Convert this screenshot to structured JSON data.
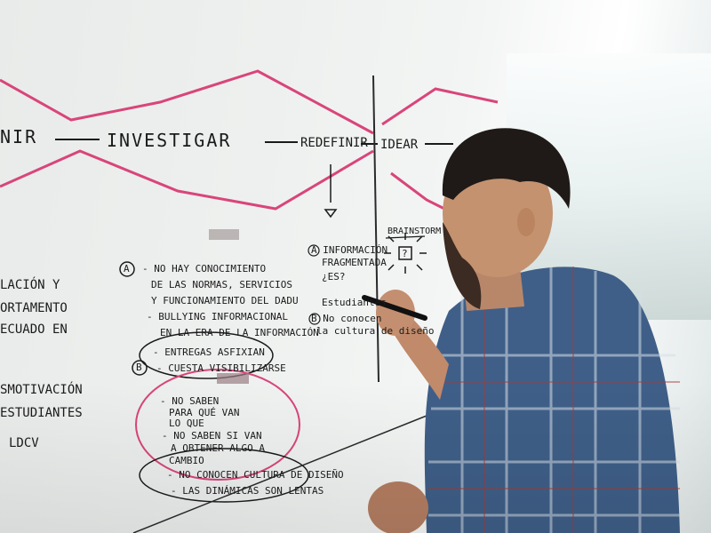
{
  "process": {
    "step1": "NIR",
    "step2": "INVESTIGAR",
    "step3": "REDEFINIR",
    "step4": "IDEAR"
  },
  "left_notes": [
    "LACIÓN Y",
    "ORTAMENTO",
    "ECUADO EN",
    "SMOTIVACIÓN",
    "ESTUDIANTES",
    "LDCV"
  ],
  "section_a": {
    "marker": "A",
    "lines": [
      "- NO HAY CONOCIMIENTO",
      "DE LAS NORMAS, SERVICIOS",
      "Y FUNCIONAMIENTO DEL DADU",
      "- BULLYING INFORMACIONAL",
      "EN LA ERA DE LA INFORMACIÓN"
    ]
  },
  "section_b": {
    "marker": "B",
    "lines": [
      "- ENTREGAS ASFIXIAN",
      "- CUESTA VISIBILIZARSE",
      "- NO SABEN",
      "PARA QUÉ VAN",
      "LO QUE",
      "- NO SABEN SI VAN",
      "A OBTENER ALGO A",
      "CAMBIO",
      "- NO CONOCEN CULTURA DE DISEÑO",
      "- LAS DINÁMICAS SON LENTAS"
    ]
  },
  "redefinir_notes": [
    "A INFORMACIÓN",
    "FRAGMENTADA",
    "¿ES?",
    "Estudiantes",
    "B No conocen",
    "la cultura de diseño"
  ],
  "idear_notes": {
    "label": "BRAINSTORM",
    "symbol": "?"
  },
  "colors": {
    "board": "#eef0ef",
    "ink_black": "#1a1a1a",
    "ink_red": "#d9457a",
    "shirt_blue": "#3f5f88"
  }
}
